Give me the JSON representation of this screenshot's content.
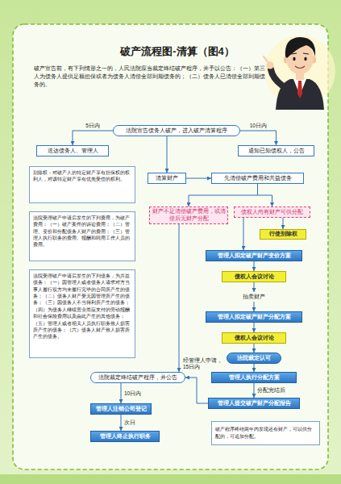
{
  "diagram": {
    "title": "破产流程图-清算（图4）",
    "nodes": [
      {
        "text": [
          "法院宣告债务人破产，进入破产清算程序"
        ]
      },
      {
        "text": [
          "送达债务人、管理人"
        ]
      },
      {
        "text": [
          "通知已知债权人，公告"
        ]
      },
      {
        "text": [
          "别除权：对破产人的特定财产享有担保权的权利人，对该特定财产享有优先受偿的权利。"
        ]
      },
      {
        "text": [
          "清算财产"
        ]
      },
      {
        "text": [
          "先清偿破产费用和共益债务"
        ]
      },
      {
        "text": [
          "财产不足清偿破产费用，或清偿后无财产分配"
        ]
      },
      {
        "text": [
          "债权人尚有财产可供分配"
        ]
      },
      {
        "text": [
          "法院受理破产申请后发生的下列费用，为破产费用：（一）破产案件的诉讼费用；（二）管理、变价和分配债务人财产的费用；（三）管理人执行职务的费用、报酬和聘用工作人员的费用。"
        ]
      },
      {
        "text": [
          "行使别除权"
        ]
      },
      {
        "text": [
          "管理人拟定破产财产变价方案"
        ]
      },
      {
        "text": [
          "债权人会议讨论"
        ]
      },
      {
        "text": [
          "拍卖财产"
        ]
      },
      {
        "text": [
          "法院受理破产申请后发生的下列债务，为共益债务：（一）因管理人或者债务人请求对方当事人履行双方均未履行完毕的合同所产生的债务；（二）债务人财产受无因管理所产生的债务；（三）因债务人不当得利所产生的债务；（四）为债务人继续营业而应支付的劳动报酬和社会保险费用以及由此产生的其他债务；（五）管理人或者相关人员执行职务致人损害所产生的债务；（六）债务人财产致人损害所产生的债务。"
        ]
      },
      {
        "text": [
          "管理人拟定破产财产分配方案"
        ]
      },
      {
        "text": [
          "债权人会议讨论"
        ]
      },
      {
        "text": [
          "法院裁定认可"
        ]
      },
      {
        "text": [
          "管理人执行分配方案"
        ]
      },
      {
        "text": [
          "法院裁定终结破产程序，并公告"
        ]
      },
      {
        "text": [
          "管理人提交破产财产分配报告"
        ]
      },
      {
        "text": [
          "管理人注销公司登记"
        ]
      },
      {
        "text": [
          "管理人终止执行职务"
        ]
      },
      {
        "text": [
          "破产程序终结两年内发现还有财产，可以供分配的，可追加分配。"
        ]
      }
    ],
    "edges": [
      {
        "from": 0,
        "to": 1,
        "label": "5日内",
        "arrow": "to"
      },
      {
        "from": 0,
        "to": 2,
        "label": "10日内",
        "arrow": "to"
      },
      {
        "from": 0,
        "to": 4,
        "arrow": "to"
      },
      {
        "from": 4,
        "to": 5,
        "arrow": "to"
      },
      {
        "from": 5,
        "to": 6,
        "arrow": "to"
      },
      {
        "from": 5,
        "to": 7,
        "arrow": "to"
      },
      {
        "from": 6,
        "to": 18,
        "arrow": "to"
      },
      {
        "from": 7,
        "to": 9,
        "arrow": "to"
      },
      {
        "from": 7,
        "to": 10,
        "arrow": "to"
      },
      {
        "from": 10,
        "to": 11,
        "arrow": "to"
      },
      {
        "from": 11,
        "to": 12,
        "arrow": "to"
      },
      {
        "from": 12,
        "to": 14,
        "arrow": "to"
      },
      {
        "from": 14,
        "to": 15,
        "arrow": "to"
      },
      {
        "from": 15,
        "to": 16,
        "arrow": "to"
      },
      {
        "from": 16,
        "to": 17,
        "arrow": "to"
      },
      {
        "from": 17,
        "to": 19,
        "label": "分配完结后",
        "arrow": "to"
      },
      {
        "from": 19,
        "to": 18,
        "label": "经管理人申请，15日内",
        "arrow": "to"
      },
      {
        "from": 18,
        "to": 20,
        "label": "10日内",
        "arrow": "to"
      },
      {
        "from": 20,
        "to": 21,
        "label": "次日",
        "arrow": "to"
      }
    ],
    "labels": [
      "破产宣告前，有下列情形之一的，人民法院应当裁定终结破产程序，并予以公告：（一）第三人为债务人提供足额担保或者为债务人清偿全部到期债务的；（二）债务人已清偿全部到期债务的。"
    ]
  }
}
